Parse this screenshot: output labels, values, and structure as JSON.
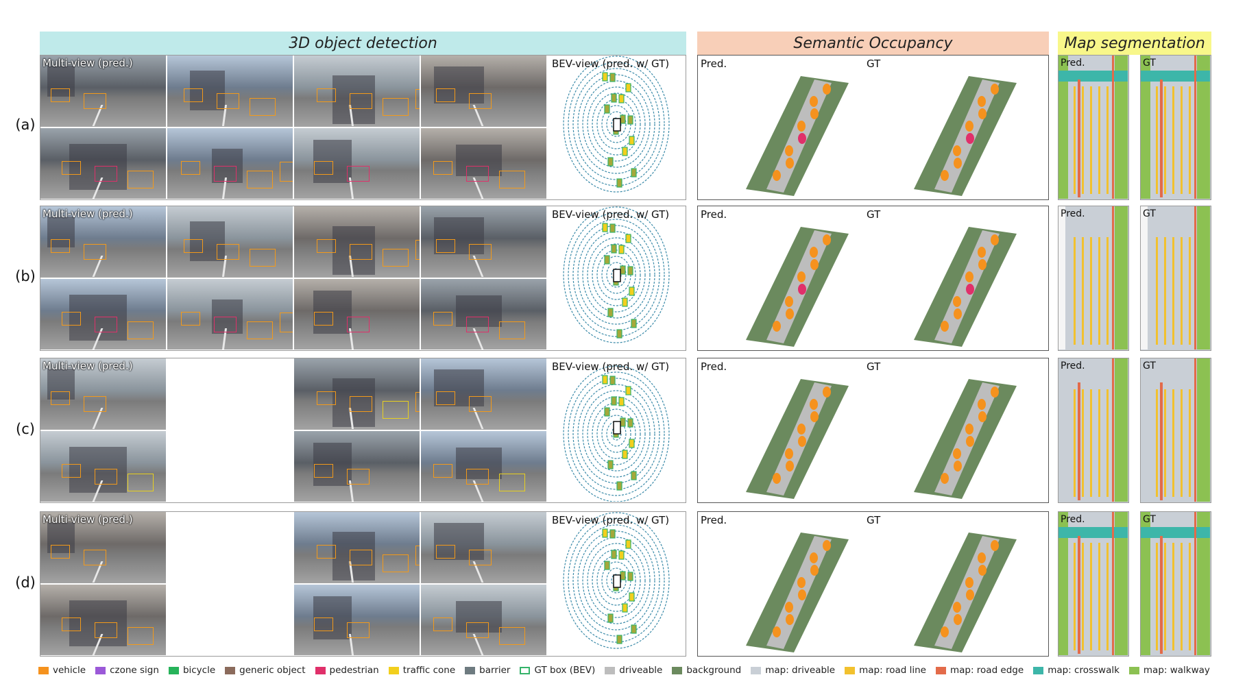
{
  "headers": {
    "detection": "3D object detection",
    "occupancy": "Semantic Occupancy",
    "map": "Map segmentation"
  },
  "rows": [
    {
      "label": "(a)",
      "multiview": "Multi-view (pred.)",
      "bev": "BEV-view (pred. w/ GT)",
      "occ_pred": "Pred.",
      "occ_gt": "GT",
      "map_pred": "Pred.",
      "map_gt": "GT"
    },
    {
      "label": "(b)",
      "multiview": "Multi-view (pred.)",
      "bev": "BEV-view (pred. w/ GT)",
      "occ_pred": "Pred.",
      "occ_gt": "GT",
      "map_pred": "Pred.",
      "map_gt": "GT"
    },
    {
      "label": "(c)",
      "multiview": "Multi-view (pred.)",
      "bev": "BEV-view (pred. w/ GT)",
      "occ_pred": "Pred.",
      "occ_gt": "GT",
      "map_pred": "Pred.",
      "map_gt": "GT"
    },
    {
      "label": "(d)",
      "multiview": "Multi-view (pred.)",
      "bev": "BEV-view (pred. w/ GT)",
      "occ_pred": "Pred.",
      "occ_gt": "GT",
      "map_pred": "Pred.",
      "map_gt": "GT"
    }
  ],
  "legend": [
    {
      "label": "vehicle",
      "color": "#f5921e"
    },
    {
      "label": "czone sign",
      "color": "#9b59d8"
    },
    {
      "label": "bicycle",
      "color": "#27b35a"
    },
    {
      "label": "generic object",
      "color": "#8b6b5c"
    },
    {
      "label": "pedestrian",
      "color": "#e0306a"
    },
    {
      "label": "traffic cone",
      "color": "#f2cf1d"
    },
    {
      "label": "barrier",
      "color": "#6e7b80"
    },
    {
      "label": "GT box (BEV)",
      "color": "#35b36a",
      "outline": true
    },
    {
      "label": "driveable",
      "color": "#bdbdbd"
    },
    {
      "label": "background",
      "color": "#6b8a5e"
    },
    {
      "label": "map: driveable",
      "color": "#c9cfd6"
    },
    {
      "label": "map: road line",
      "color": "#f2c12e"
    },
    {
      "label": "map: road edge",
      "color": "#e36b4a"
    },
    {
      "label": "map: crosswalk",
      "color": "#3db6a9"
    },
    {
      "label": "map: walkway",
      "color": "#8cc152"
    }
  ]
}
